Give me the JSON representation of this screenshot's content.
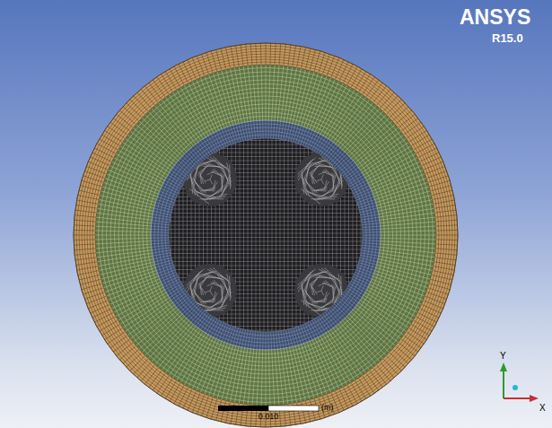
{
  "diagram": {
    "labels": [
      "ANSYS",
      "R15.0",
      "0.010",
      "(m)",
      "Y",
      "X"
    ]
  }
}
